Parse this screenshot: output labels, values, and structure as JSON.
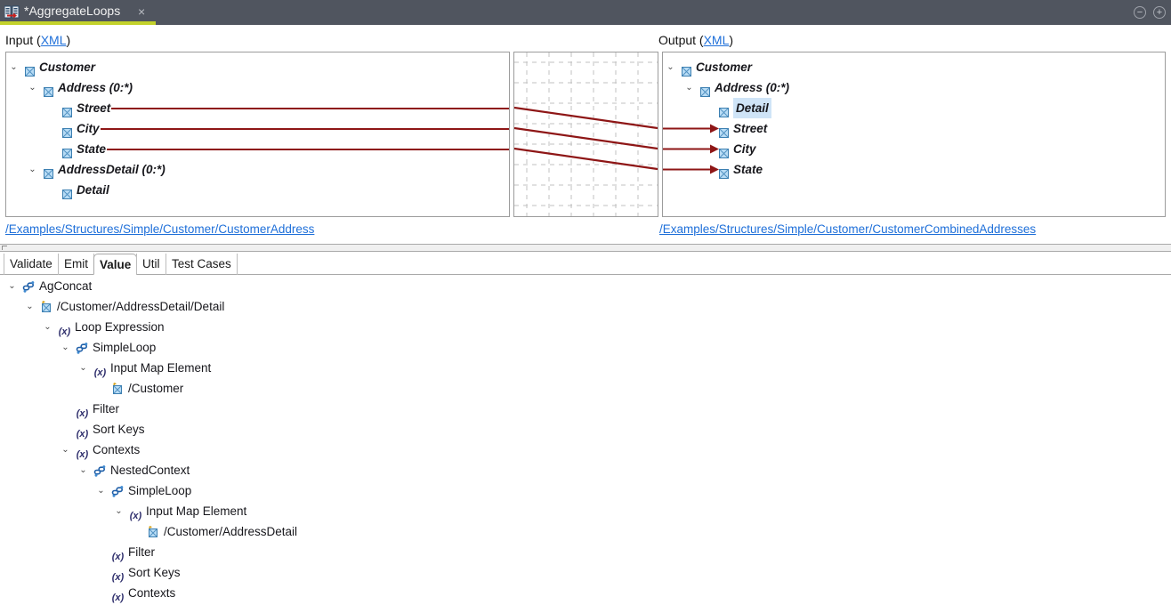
{
  "window": {
    "tab_title": "*AggregateLoops",
    "tab_icon": "mapping-document-icon",
    "close_label": "×",
    "minimize_label": "−",
    "maximize_label": "+",
    "accent_color": "#c3d22b",
    "titlebar_color": "#50555f",
    "link_color": "#1e6fd9",
    "mapping_line_color": "#8e1616",
    "selection_color": "#cfe4f7"
  },
  "panels": {
    "input": {
      "label": "Input (",
      "link": "XML",
      "label_close": ")",
      "path": "/Examples/Structures/Simple/Customer/CustomerAddress",
      "tree": [
        {
          "label": "Customer",
          "depth": 0,
          "twisty": "⌄",
          "checkbox": true
        },
        {
          "label": "Address (0:*)",
          "depth": 1,
          "twisty": "⌄",
          "checkbox": true
        },
        {
          "label": "Street",
          "depth": 2,
          "twisty": "",
          "checkbox": true,
          "mapped": true
        },
        {
          "label": "City",
          "depth": 2,
          "twisty": "",
          "checkbox": true,
          "mapped": true
        },
        {
          "label": "State",
          "depth": 2,
          "twisty": "",
          "checkbox": true,
          "mapped": true
        },
        {
          "label": "AddressDetail (0:*)",
          "depth": 1,
          "twisty": "⌄",
          "checkbox": true
        },
        {
          "label": "Detail",
          "depth": 2,
          "twisty": "",
          "checkbox": true
        }
      ]
    },
    "output": {
      "label": "Output (",
      "link": "XML",
      "label_close": ")",
      "path": "/Examples/Structures/Simple/Customer/CustomerCombinedAddresses",
      "tree": [
        {
          "label": "Customer",
          "depth": 0,
          "twisty": "⌄",
          "checkbox": true
        },
        {
          "label": "Address (0:*)",
          "depth": 1,
          "twisty": "⌄",
          "checkbox": true
        },
        {
          "label": "Detail",
          "depth": 2,
          "twisty": "",
          "checkbox": true,
          "selected": true
        },
        {
          "label": "Street",
          "depth": 2,
          "twisty": "",
          "checkbox": true,
          "arrow": true
        },
        {
          "label": "City",
          "depth": 2,
          "twisty": "",
          "checkbox": true,
          "arrow": true
        },
        {
          "label": "State",
          "depth": 2,
          "twisty": "",
          "checkbox": true,
          "arrow": true
        }
      ]
    },
    "grid": {
      "name": "mapping-grid",
      "links": [
        {
          "from": "Street",
          "to": "Street"
        },
        {
          "from": "City",
          "to": "City"
        },
        {
          "from": "State",
          "to": "State"
        }
      ]
    }
  },
  "bottom_tabs": {
    "items": [
      {
        "label": "Validate",
        "active": false
      },
      {
        "label": "Emit",
        "active": false
      },
      {
        "label": "Value",
        "active": true
      },
      {
        "label": "Util",
        "active": false
      },
      {
        "label": "Test Cases",
        "active": false
      }
    ]
  },
  "expression_tree": [
    {
      "label": "AgConcat",
      "depth": 0,
      "twisty": "⌄",
      "icon": "link-chain-icon"
    },
    {
      "label": "/Customer/AddressDetail/Detail",
      "depth": 1,
      "twisty": "⌄",
      "icon": "map-element-icon"
    },
    {
      "label": "Loop Expression",
      "depth": 2,
      "twisty": "⌄",
      "icon": "function-icon"
    },
    {
      "label": "SimpleLoop",
      "depth": 3,
      "twisty": "⌄",
      "icon": "link-chain-icon"
    },
    {
      "label": "Input Map Element",
      "depth": 4,
      "twisty": "⌄",
      "icon": "function-icon"
    },
    {
      "label": "/Customer",
      "depth": 5,
      "twisty": "",
      "icon": "map-element-icon"
    },
    {
      "label": "Filter",
      "depth": 3,
      "twisty": "",
      "icon": "function-icon"
    },
    {
      "label": "Sort Keys",
      "depth": 3,
      "twisty": "",
      "icon": "function-icon"
    },
    {
      "label": "Contexts",
      "depth": 3,
      "twisty": "⌄",
      "icon": "function-icon"
    },
    {
      "label": "NestedContext",
      "depth": 4,
      "twisty": "⌄",
      "icon": "link-chain-icon"
    },
    {
      "label": "SimpleLoop",
      "depth": 5,
      "twisty": "⌄",
      "icon": "link-chain-icon"
    },
    {
      "label": "Input Map Element",
      "depth": 6,
      "twisty": "⌄",
      "icon": "function-icon"
    },
    {
      "label": "/Customer/AddressDetail",
      "depth": 7,
      "twisty": "",
      "icon": "map-element-icon"
    },
    {
      "label": "Filter",
      "depth": 5,
      "twisty": "",
      "icon": "function-icon"
    },
    {
      "label": "Sort Keys",
      "depth": 5,
      "twisty": "",
      "icon": "function-icon"
    },
    {
      "label": "Contexts",
      "depth": 5,
      "twisty": "",
      "icon": "function-icon"
    }
  ]
}
